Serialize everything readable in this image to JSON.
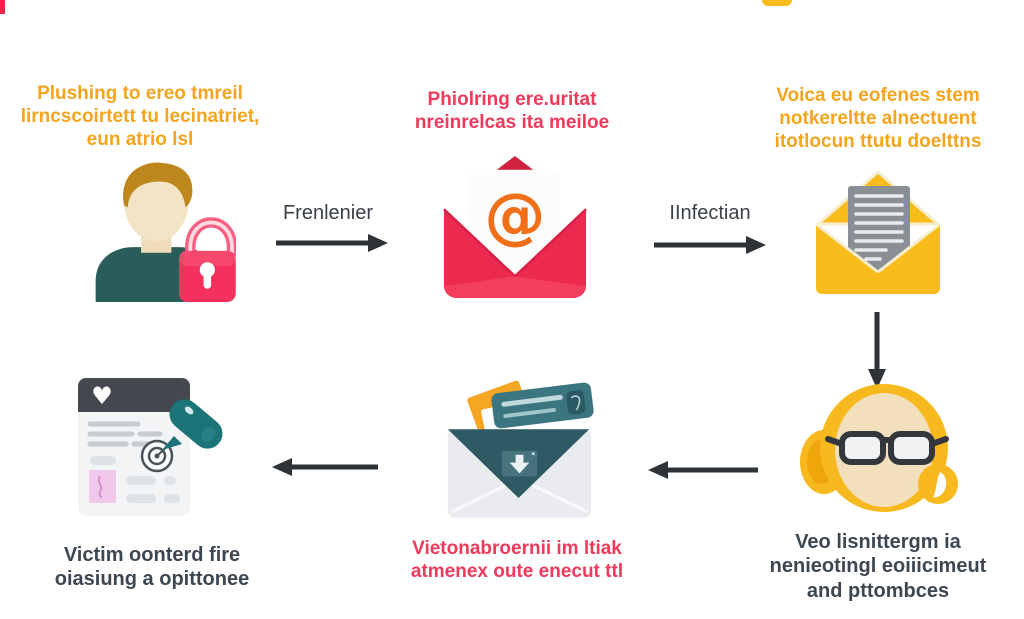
{
  "title": "Phishing attack flow infographic",
  "colors": {
    "background": "#ffffff",
    "orange_text": "#F5A41D",
    "pink_text": "#EF3A5B",
    "dark_text": "#3D4751",
    "arrow": "#2E3338",
    "envelope_red": "#EC2A4F",
    "envelope_yellow": "#F8BC1C",
    "lock_pink": "#F4305C",
    "shirt_teal": "#2A5C59",
    "flap_teal": "#2D5A63",
    "dart_teal": "#1D7478",
    "at_orange": "#F06F18"
  },
  "captions": {
    "top_left": {
      "line1": "Plushing to ereo tmreil",
      "line2": "lirncscoirtett tu lecinatriet,",
      "line3": "eun atrio lsl"
    },
    "top_middle": {
      "line1": "Phiolring ere.uritat",
      "line2": "nreinrelcas ita meiloe"
    },
    "top_right": {
      "line1": "Voica eu eofenes stem",
      "line2": "notkereltte alnectuent",
      "line3": "itotlocun ttutu doelttns"
    },
    "bottom_left": {
      "line1": "Victim oonterd fire",
      "line2": "oiasiung a opittonee"
    },
    "bottom_middle": {
      "line1": "Vietonabroernii im ltiak",
      "line2": "atmenex oute enecut ttl"
    },
    "bottom_right": {
      "line1": "Veo lisnittergm ia",
      "line2": "nenieotingl eoiiicimeut",
      "line3": "and pttombces"
    }
  },
  "arrow_labels": {
    "step1": "Frenlenier",
    "step2": "IInfectian"
  },
  "glyphs": {
    "at_symbol": "@",
    "heart_symbol": "♥"
  }
}
